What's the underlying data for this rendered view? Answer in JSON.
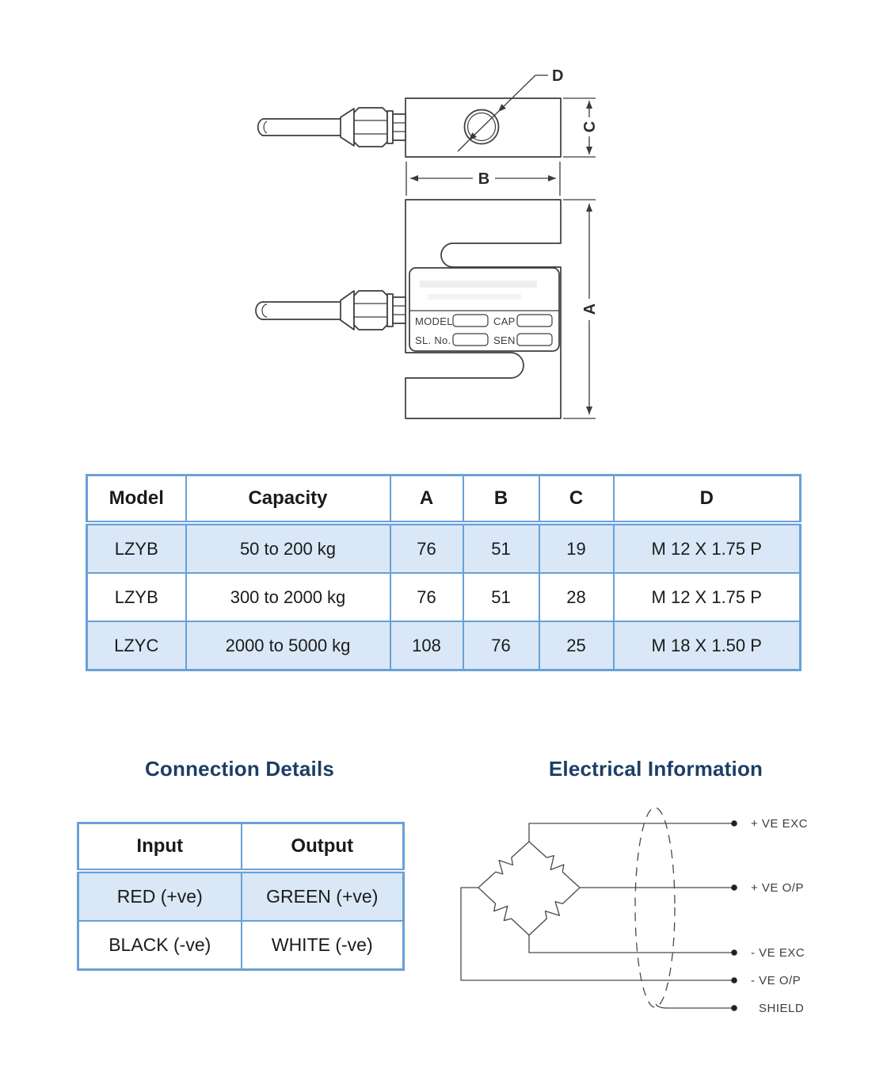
{
  "colors": {
    "table_border": "#69a1d5",
    "row_highlight": "#d9e7f6",
    "section_title": "#1c3e66",
    "line_art": "#3c3c3c"
  },
  "drawing": {
    "side_view": {
      "dim_c": "C",
      "dim_d": "D"
    },
    "front_view": {
      "dim_a": "A",
      "dim_b": "B",
      "label_plate": {
        "model_label": "MODEL",
        "cap_label": "CAP",
        "serial_label": "SL. No.",
        "sen_label": "SEN"
      }
    }
  },
  "dimension_table": {
    "headers": [
      "Model",
      "Capacity",
      "A",
      "B",
      "C",
      "D"
    ],
    "rows": [
      [
        "LZYB",
        "50 to 200 kg",
        "76",
        "51",
        "19",
        "M 12 X 1.75 P"
      ],
      [
        "LZYB",
        "300 to 2000 kg",
        "76",
        "51",
        "28",
        "M 12 X 1.75 P"
      ],
      [
        "LZYC",
        "2000 to 5000 kg",
        "108",
        "76",
        "25",
        "M 18 X 1.50 P"
      ]
    ]
  },
  "connection_details": {
    "title": "Connection Details",
    "headers": [
      "Input",
      "Output"
    ],
    "rows": [
      [
        "RED (+ve)",
        "GREEN (+ve)"
      ],
      [
        "BLACK (-ve)",
        "WHITE (-ve)"
      ]
    ]
  },
  "electrical_information": {
    "title": "Electrical Information",
    "terminals": [
      "+ VE EXC",
      "+ VE O/P",
      "- VE EXC",
      "- VE O/P",
      "SHIELD"
    ]
  }
}
